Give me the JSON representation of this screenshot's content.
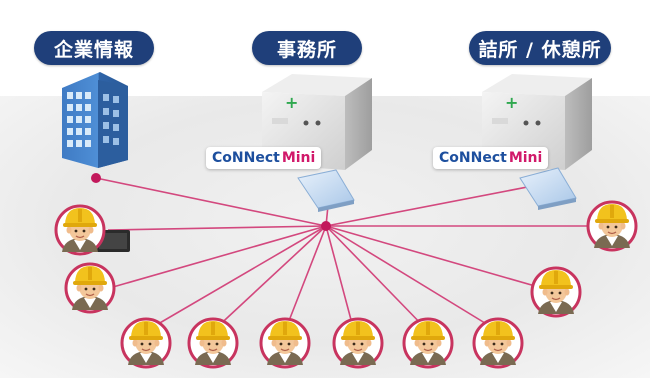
{
  "labels": {
    "company": "企業情報",
    "office": "事務所",
    "rest": "詰所 / 休憩所"
  },
  "logos": [
    {
      "main": "CoNNect",
      "sub": "Mini"
    },
    {
      "main": "CoNNect",
      "sub": "Mini"
    }
  ],
  "colors": {
    "pill_bg": "#1f3f7a",
    "line": "#d3487e",
    "hub": "#c2185b",
    "logo_blue": "#1d4f9e",
    "logo_pink": "#d1196a"
  },
  "icons": {
    "company": "office-building-icon",
    "office": "server-cabinet-icon",
    "rest": "server-cabinet-icon",
    "tablet": "tablet-device-icon",
    "worker": "construction-worker-icon",
    "router": "wireless-router-icon"
  }
}
